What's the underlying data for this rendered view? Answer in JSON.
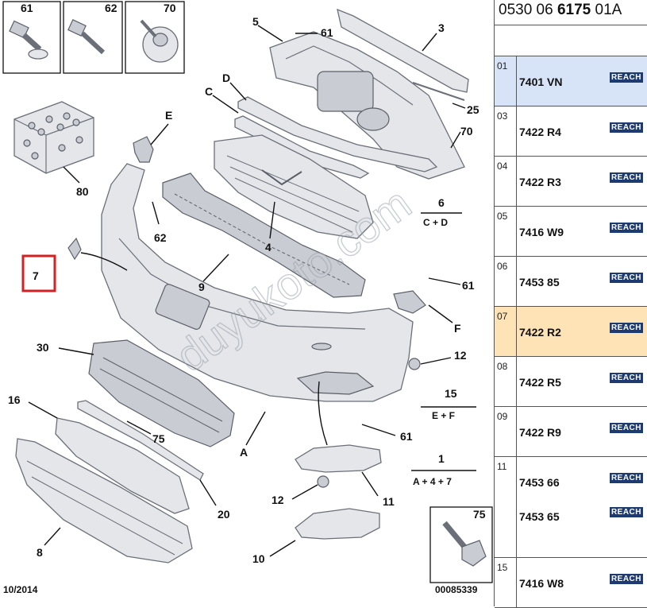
{
  "reference": {
    "prefix": "0530 06 ",
    "bold": "6175",
    "suffix": " 01A"
  },
  "footer": {
    "date": "10/2014",
    "code": "00085339"
  },
  "watermark": "duyukoto.com",
  "callouts": {
    "c61": "61",
    "c62": "62",
    "c70": "70",
    "c5": "5",
    "c61b": "61",
    "c3": "3",
    "cD": "D",
    "cC": "C",
    "c25": "25",
    "c70b": "70",
    "cE": "E",
    "c80": "80",
    "c62b": "62",
    "c6": "6",
    "c6f": "C + D",
    "c4": "4",
    "c7": "7",
    "c9": "9",
    "c61c": "61",
    "cF": "F",
    "c30": "30",
    "c12": "12",
    "c16": "16",
    "c15": "15",
    "c15f": "E + F",
    "c75": "75",
    "c61d": "61",
    "cA": "A",
    "c1": "1",
    "c1f": "A + 4 + 7",
    "c20": "20",
    "c12b": "12",
    "c11": "11",
    "c75b": "75",
    "c8": "8",
    "c10": "10"
  },
  "parts": [
    {
      "index": "01",
      "codes": [
        "7401 VN"
      ],
      "badge": "REACH",
      "highlight": "blue"
    },
    {
      "index": "03",
      "codes": [
        "7422 R4"
      ],
      "badge": "REACH",
      "highlight": ""
    },
    {
      "index": "04",
      "codes": [
        "7422 R3"
      ],
      "badge": "REACH",
      "highlight": ""
    },
    {
      "index": "05",
      "codes": [
        "7416 W9"
      ],
      "badge": "REACH",
      "highlight": ""
    },
    {
      "index": "06",
      "codes": [
        "7453 85"
      ],
      "badge": "REACH",
      "highlight": ""
    },
    {
      "index": "07",
      "codes": [
        "7422 R2"
      ],
      "badge": "REACH",
      "highlight": "orange"
    },
    {
      "index": "08",
      "codes": [
        "7422 R5"
      ],
      "badge": "REACH",
      "highlight": ""
    },
    {
      "index": "09",
      "codes": [
        "7422 R9"
      ],
      "badge": "REACH",
      "highlight": ""
    },
    {
      "index": "11",
      "codes": [
        "7453 66",
        "7453 65"
      ],
      "badge": "REACH",
      "highlight": ""
    },
    {
      "index": "15",
      "codes": [
        "7416 W8"
      ],
      "badge": "REACH",
      "highlight": ""
    }
  ]
}
